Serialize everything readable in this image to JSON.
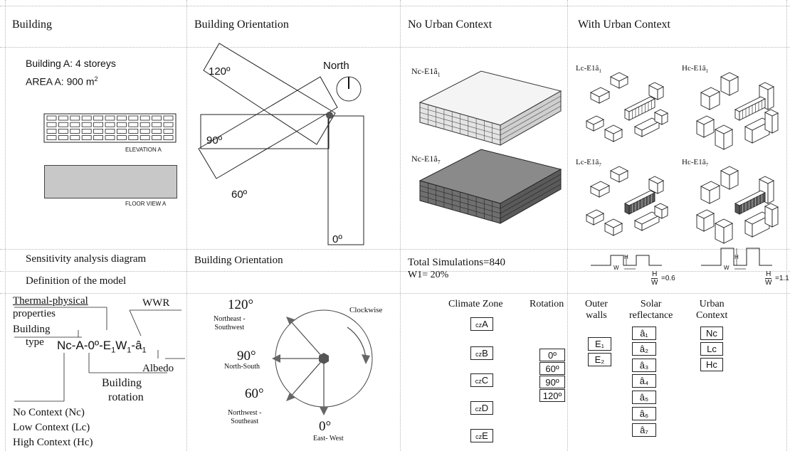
{
  "headers": {
    "building": "Building",
    "orientation": "Building Orientation",
    "no_urban": "No Urban Context",
    "with_urban": "With Urban Context"
  },
  "building": {
    "line1": "Building A: 4 storeys",
    "line2_prefix": "AREA A: 900 m",
    "line2_sup": "2",
    "elevation_caption": "ELEVATION A",
    "floor_caption": "FLOOR VIEW A"
  },
  "orientation_top": {
    "north": "North",
    "a120": "120º",
    "a90": "90º",
    "a60": "60º",
    "a0": "0º"
  },
  "no_urban": {
    "label1": "Nc-E1â",
    "label1_sub": "1",
    "label2": "Nc-E1â",
    "label2_sub": "7"
  },
  "with_urban": {
    "lc1": "Lc-E1â",
    "lc1_sub": "1",
    "hc1": "Hc-E1â",
    "hc1_sub": "1",
    "lc7": "Lc-E1â",
    "lc7_sub": "7",
    "hc7": "Hc-E1â",
    "hc7_sub": "7",
    "ratio1_h": "H",
    "ratio1_w": "W",
    "ratio1_val": "=0.6",
    "ratio2_h": "H",
    "ratio2_w": "W",
    "ratio2_val": "=1.1"
  },
  "row2": {
    "sensitivity": "Sensitivity analysis diagram",
    "definition": "Definition of the model",
    "orientation": "Building Orientation",
    "total": "Total Simulations=840",
    "w1": "W1= 20%"
  },
  "model": {
    "thermal1": "Thermal-physical",
    "thermal2": "properties",
    "btype1": "Building",
    "btype2": "type",
    "wwr": "WWR",
    "code_a": "Nc-A-0º-E",
    "code_a_sub": "1",
    "code_b": "W",
    "code_b_sub": "1",
    "code_c": "-â",
    "code_c_sub": "1",
    "albedo": "Albedo",
    "rot1": "Building",
    "rot2": "rotation",
    "ctx1": "No Context (Nc)",
    "ctx2": "Low Context (Lc)",
    "ctx3": "High Context (Hc)"
  },
  "compass": {
    "a120": "120°",
    "a120_dir1": "Northeast -",
    "a120_dir2": "Southwest",
    "a90": "90°",
    "a90_dir": "North-South",
    "a60": "60°",
    "a60_dir1": "Northwest -",
    "a60_dir2": "Southeast",
    "a0": "0°",
    "a0_dir": "East- West",
    "clockwise": "Clockwise"
  },
  "params": {
    "climate_header": "Climate Zone",
    "climate_prefix": "cz",
    "climate": [
      "A",
      "B",
      "C",
      "D",
      "E"
    ],
    "rotation_header": "Rotation",
    "rotations": [
      "0º",
      "60º",
      "90º",
      "120º"
    ],
    "walls_header1": "Outer",
    "walls_header2": "walls",
    "walls": [
      "E₁",
      "E₂"
    ],
    "solar_header1": "Solar",
    "solar_header2": "reflectance",
    "solar": [
      "â₁",
      "â₂",
      "â₃",
      "â₄",
      "â₅",
      "â₆",
      "â₇"
    ],
    "urban_header1": "Urban",
    "urban_header2": "Context",
    "urban": [
      "Nc",
      "Lc",
      "Hc"
    ]
  }
}
